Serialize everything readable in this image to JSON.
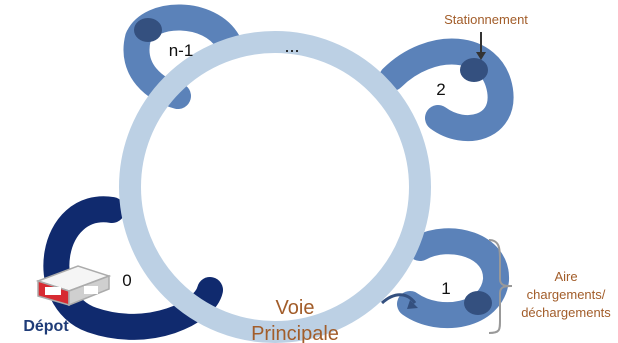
{
  "diagram": {
    "main_road": {
      "label_line1": "Voie",
      "label_line2": "Principale"
    },
    "loops": {
      "depot_loop_label": "0",
      "loop_1_label": "1",
      "loop_2_label": "2",
      "loop_n1_label": "n-1",
      "ellipsis_label": "..."
    },
    "annotations": {
      "parking": "Stationnement",
      "area_line1": "Aire",
      "area_line2": "chargements/",
      "area_line3": "déchargements",
      "depot": "Dépot"
    },
    "colors": {
      "main_road": "#bcd0e4",
      "loop_dark": "#102a6e",
      "loop_medium": "#5b82b9",
      "node": "#34507f",
      "annotation_text": "#a25d2a",
      "brace": "#999999"
    }
  }
}
